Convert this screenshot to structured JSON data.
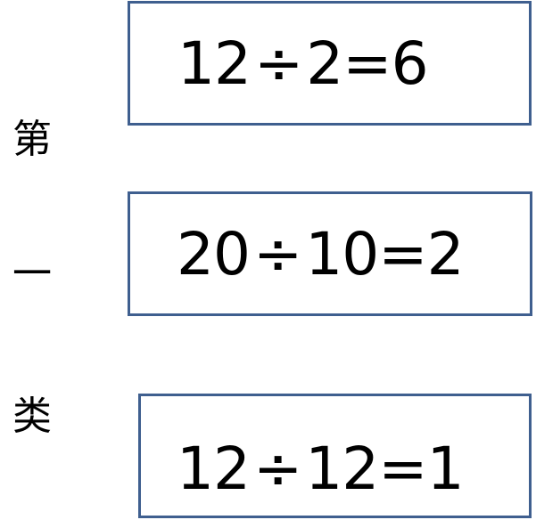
{
  "side_label": {
    "chars": [
      "第",
      "一",
      "类"
    ]
  },
  "equations": [
    {
      "dividend": "12",
      "divide_sign": "÷",
      "divisor": "2",
      "equals": "=",
      "quotient": "6"
    },
    {
      "dividend": "20",
      "divide_sign": "÷",
      "divisor": "10",
      "equals": "=",
      "quotient": "2"
    },
    {
      "dividend": "12",
      "divide_sign": "÷",
      "divisor": "12",
      "equals": "=",
      "quotient": "1"
    }
  ],
  "colors": {
    "box_border": "#3f5f8f",
    "text": "#000000",
    "background": "#ffffff"
  }
}
